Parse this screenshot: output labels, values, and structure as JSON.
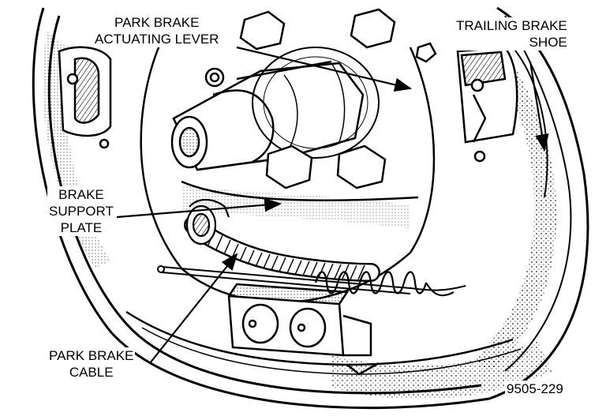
{
  "labels": {
    "park_brake_lever": [
      "PARK BRAKE",
      "ACTUATING LEVER"
    ],
    "trailing_shoe": [
      "TRAILING BRAKE",
      "SHOE"
    ],
    "support_plate": [
      "BRAKE",
      "SUPPORT",
      "PLATE"
    ],
    "park_brake_cable": [
      "PARK BRAKE",
      "CABLE"
    ],
    "figure_number": "9505-229"
  },
  "colors": {
    "ink": "#000000",
    "paper": "#ffffff"
  }
}
